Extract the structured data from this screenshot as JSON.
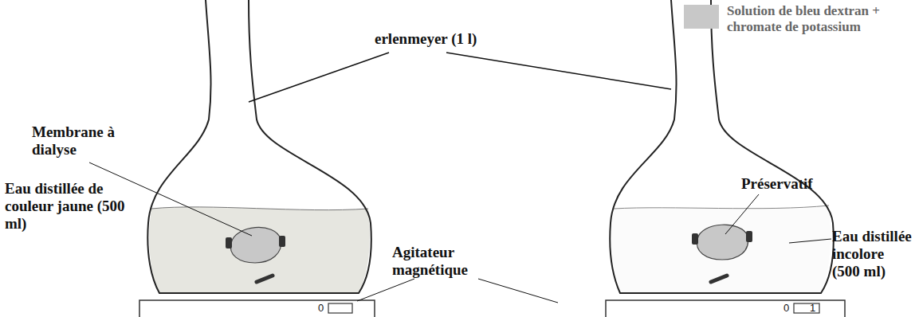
{
  "diagram": {
    "labels": [
      "erlenmeyer (1 l)",
      "Membrane à dialyse",
      "Eau distillée de couleur jaune (500 ml)",
      "Préservatif",
      "Eau distillée incolore (500 ml)",
      "Agitateur magnétique",
      "0",
      "0",
      "1"
    ],
    "legend": [
      {
        "text": "Solution de bleu dextran + chromate de potassium",
        "color": "#c8c8c8"
      }
    ]
  }
}
